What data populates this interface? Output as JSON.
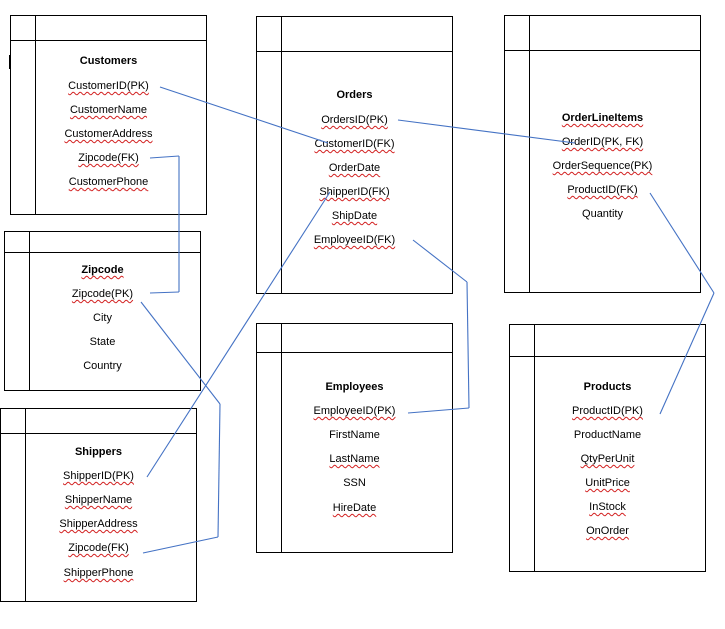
{
  "entities": {
    "customers": {
      "title": "Customers",
      "fields": [
        "CustomerID(PK)",
        "CustomerName",
        "CustomerAddress",
        "Zipcode(FK)",
        "CustomerPhone"
      ]
    },
    "zipcode": {
      "title": "Zipcode",
      "fields": [
        "Zipcode(PK)",
        "City",
        "State",
        "Country"
      ]
    },
    "shippers": {
      "title": "Shippers",
      "fields": [
        "ShipperID(PK)",
        "ShipperName",
        "ShipperAddress",
        "Zipcode(FK)",
        "ShipperPhone"
      ]
    },
    "orders": {
      "title": "Orders",
      "fields": [
        "OrdersID(PK)",
        "CustomerID(FK)",
        "OrderDate",
        "ShipperID(FK)",
        "ShipDate",
        "EmployeeID(FK)"
      ]
    },
    "employees": {
      "title": "Employees",
      "fields": [
        "EmployeeID(PK)",
        "FirstName",
        "LastName",
        "SSN",
        "HireDate"
      ]
    },
    "orderlineitems": {
      "title": "OrderLineItems",
      "fields": [
        "OrderID(PK, FK)",
        "OrderSequence(PK)",
        "ProductID(FK)",
        "Quantity"
      ]
    },
    "products": {
      "title": "Products",
      "fields": [
        "ProductID(PK)",
        "ProductName",
        "QtyPerUnit",
        "UnitPrice",
        "InStock",
        "OnOrder"
      ]
    }
  },
  "colors": {
    "connector": "#4472c4",
    "spellcheck": "#d21f1f",
    "border": "#000000"
  }
}
